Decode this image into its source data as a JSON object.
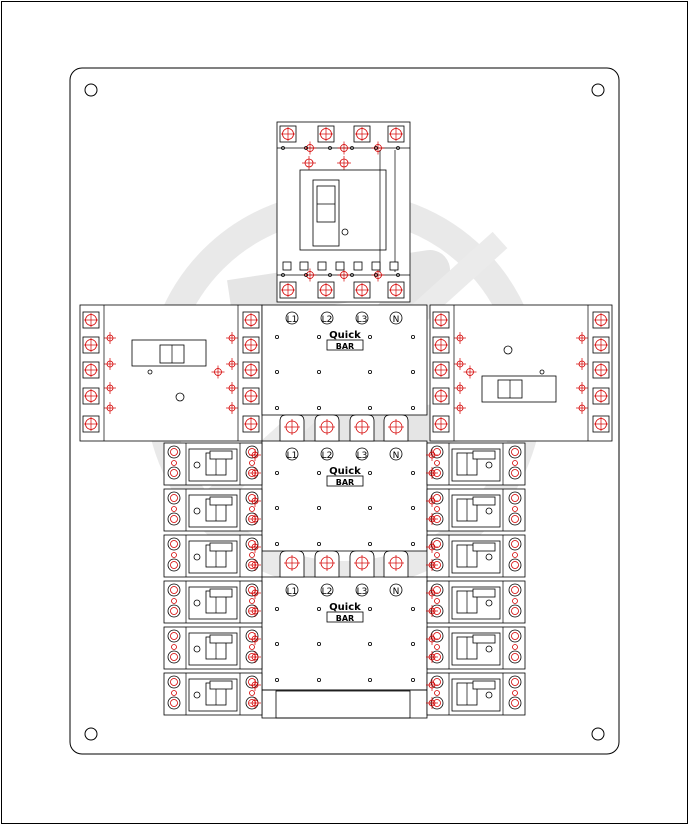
{
  "busbar_labels": {
    "phases": [
      "L1",
      "L2",
      "L3",
      "N"
    ],
    "brand_line1": "Quick",
    "brand_line2": "BAR"
  },
  "colors": {
    "line": "#000000",
    "accent": "#d40000",
    "watermark": "#e6e6e6",
    "background": "#ffffff"
  },
  "icons": {
    "terminal": "screw-terminal-icon",
    "mount_hole": "mounting-hole-icon",
    "watermark": "logo-watermark"
  }
}
